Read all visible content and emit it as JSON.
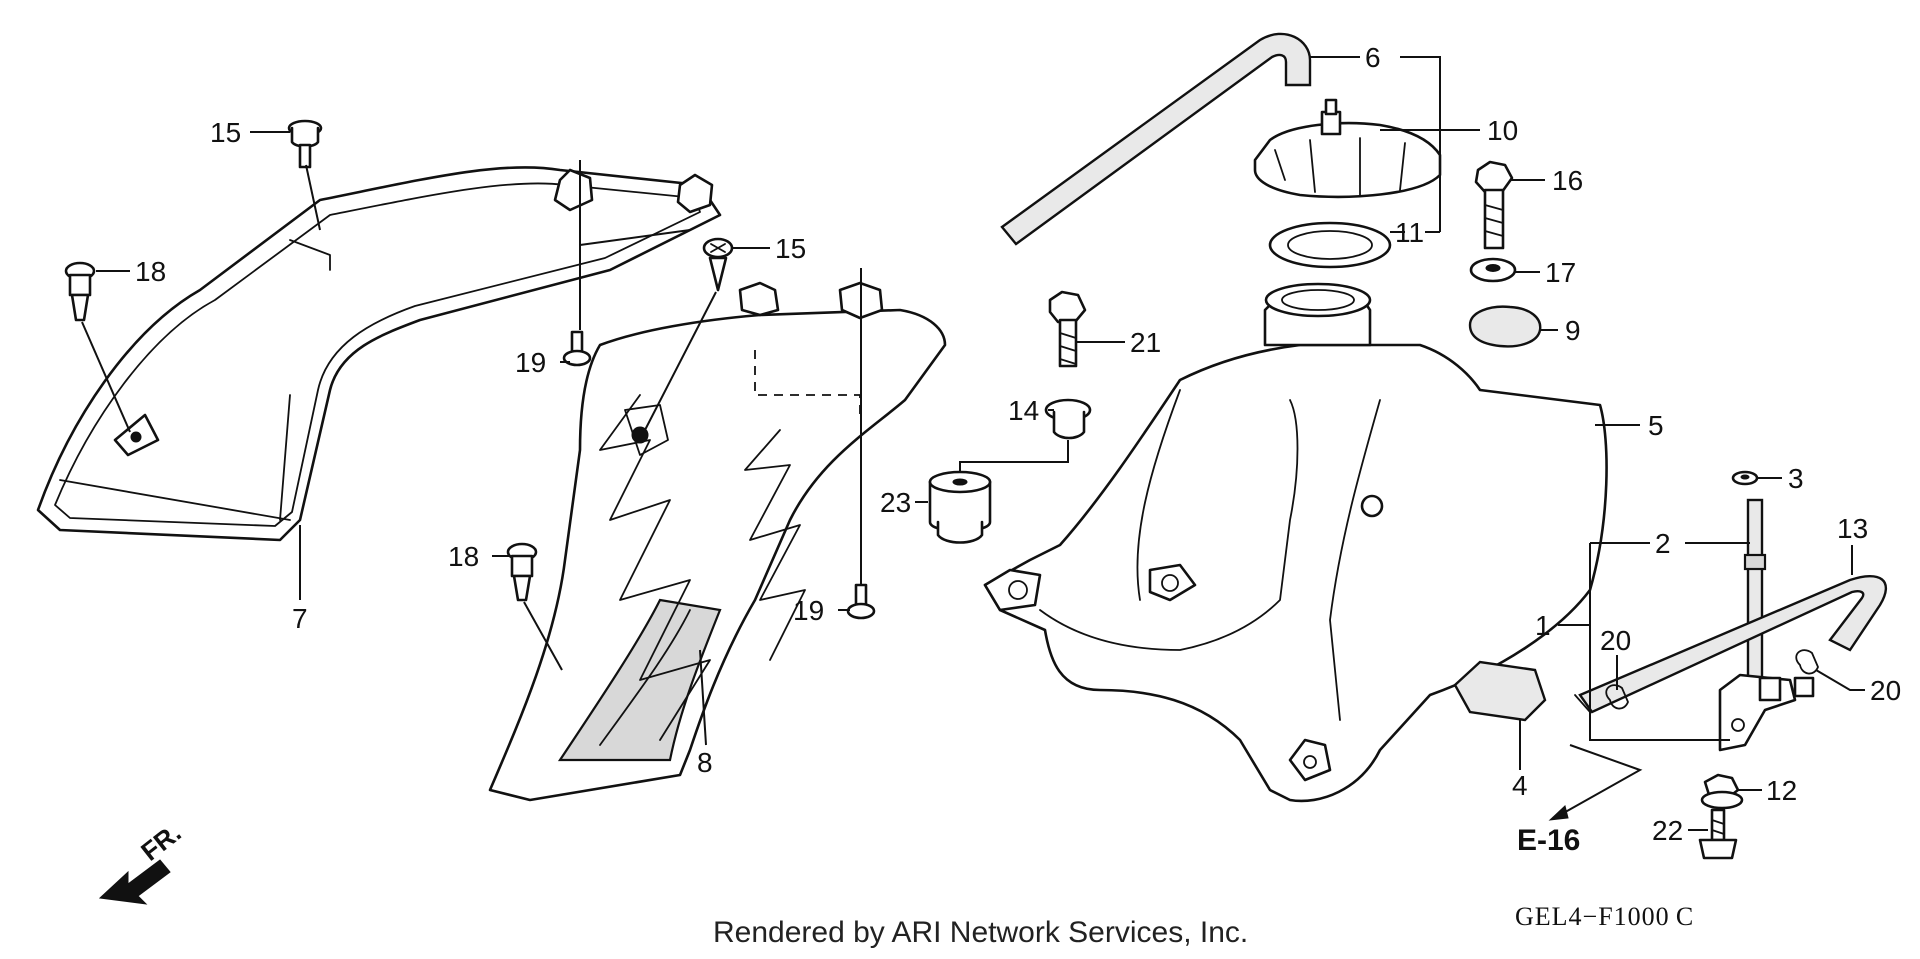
{
  "callouts": {
    "c1": "1",
    "c2": "2",
    "c3": "3",
    "c4": "4",
    "c5": "5",
    "c6": "6",
    "c7": "7",
    "c8": "8",
    "c9": "9",
    "c10": "10",
    "c11": "11",
    "c12": "12",
    "c13": "13",
    "c14": "14",
    "c15a": "15",
    "c15b": "15",
    "c16": "16",
    "c17": "17",
    "c18a": "18",
    "c18b": "18",
    "c19a": "19",
    "c19b": "19",
    "c20a": "20",
    "c20b": "20",
    "c21": "21",
    "c22": "22",
    "c23": "23"
  },
  "reference_label": "E-16",
  "direction_label": "FR.",
  "credit": "Rendered by ARI Network Services, Inc.",
  "diagram_code": "GEL4−F1000 C"
}
